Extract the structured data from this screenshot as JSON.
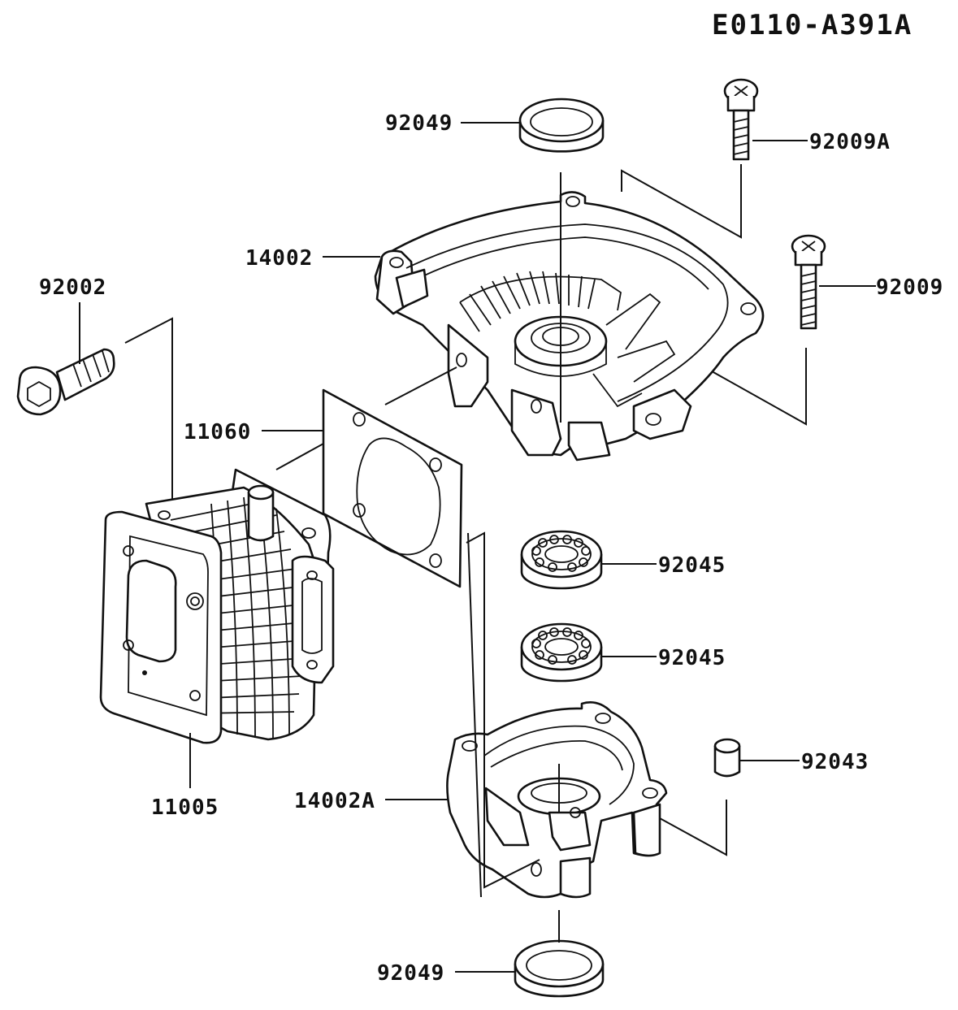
{
  "diagram": {
    "reference": "E0110-A391A",
    "callouts": {
      "seal_top": "92049",
      "screw_9a": "92009A",
      "crankcase_upper": "14002",
      "screw_9": "92009",
      "bolt": "92002",
      "gasket": "11060",
      "bearing_upper": "92045",
      "bearing_lower": "92045",
      "pin": "92043",
      "cylinder": "11005",
      "crankcase_lower": "14002A",
      "seal_bottom": "92049"
    }
  }
}
